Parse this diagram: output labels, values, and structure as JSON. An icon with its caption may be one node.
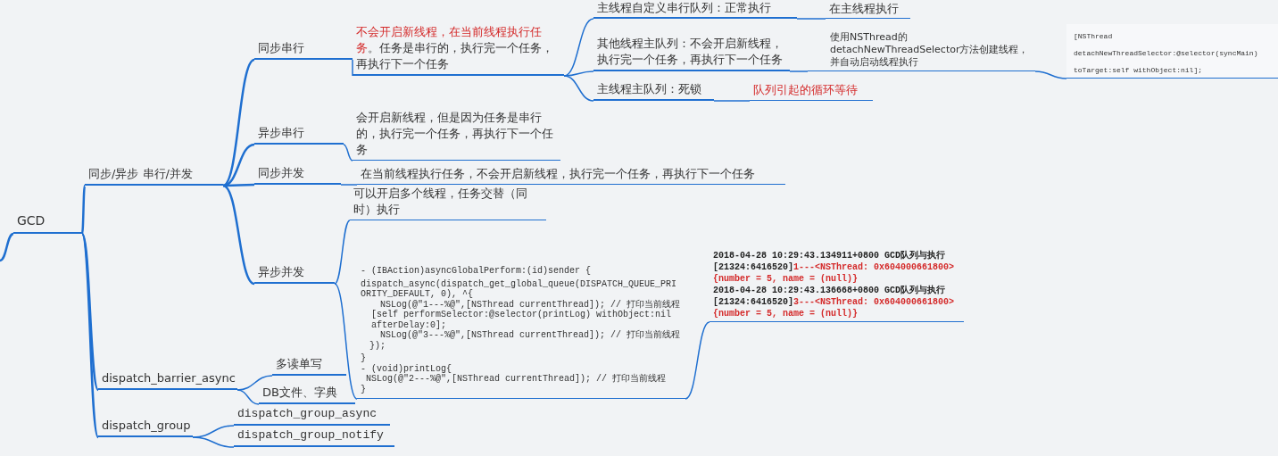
{
  "diagram": {
    "nodes": [
      {
        "text": [
          "GCD"
        ]
      },
      {
        "text": [
          "同步/异步 串行/并发"
        ]
      },
      {
        "text": [
          "同步串行"
        ]
      },
      {
        "text": [
          "不会开启新线程，在当前线程执行任务",
          "。任务是串行的，执行完一个任务，再执行下一个任务"
        ]
      },
      {
        "text": [
          "主线程自定义串行队列：正常执行"
        ]
      },
      {
        "text": [
          "在主线程执行"
        ]
      },
      {
        "text": [
          "其他线程主队列：不会开启新线程，执行完一个任务，再执行下一个任务"
        ]
      },
      {
        "text": [
          "使用NSThread的detachNewThreadSelector方法创建线程，并自动启动线程执行"
        ]
      },
      {
        "text": [
          "[NSThread detachNewThreadSelector:@selector(syncMain) toTarget:self withObject:nil];"
        ]
      },
      {
        "text": [
          "主线程主队列：死锁"
        ]
      },
      {
        "text": [
          "队列引起的循环等待"
        ]
      },
      {
        "text": [
          "异步串行"
        ]
      },
      {
        "text": [
          "会开启新线程，但是因为任务是串行的，执行完一个任务，再执行下一个任务"
        ]
      },
      {
        "text": [
          "同步并发"
        ]
      },
      {
        "text": [
          "在当前线程执行任务，不会开启新线程，执行完一个任务，再执行下一个任务"
        ]
      },
      {
        "text": [
          "异步并发"
        ]
      },
      {
        "text": [
          "可以开启多个线程，任务交替（同时）执行"
        ]
      },
      {
        "text": [
          "- (IBAction)asyncGlobalPerform:(id)sender {",
          "dispatch_async(dispatch_get_global_queue(DISPATCH_QUEUE_PRIORITY_DEFAULT, 0), ^{",
          "NSLog(@\"1---%@\",[NSThread currentThread]);      // 打印当前线程",
          "[self performSelector:@selector(printLog) withObject:nil afterDelay:0];",
          "NSLog(@\"3---%@\",[NSThread currentThread]);      // 打印当前线程",
          "});",
          "}",
          "- (void)printLog{",
          "NSLog(@\"2---%@\",[NSThread currentThread]);      // 打印当前线程",
          "}"
        ]
      },
      {
        "text": [
          "2018-04-28 10:29:43.134911+0800 GCD队列与执行 [21324:6416520]",
          "1---<NSThread: 0x604000661800>{number = 5, name = (null)}",
          "2018-04-28 10:29:43.136668+0800 GCD队列与执行 [21324:6416520]",
          "3---<NSThread: 0x604000661800>{number = 5, name = (null)}"
        ]
      },
      {
        "text": [
          "dispatch_barrier_async"
        ]
      },
      {
        "text": [
          "多读单写"
        ]
      },
      {
        "text": [
          "DB文件、字典"
        ]
      },
      {
        "text": [
          "dispatch_group"
        ]
      },
      {
        "text": [
          "dispatch_group_async"
        ]
      },
      {
        "text": [
          "dispatch_group_notify"
        ]
      }
    ],
    "edges": [
      {
        "from": null,
        "to": 0,
        "arrow": "none"
      },
      {
        "from": 0,
        "to": 1,
        "arrow": "none"
      },
      {
        "from": 1,
        "to": 2,
        "arrow": "none"
      },
      {
        "from": 2,
        "to": 3,
        "arrow": "none"
      },
      {
        "from": 3,
        "to": 4,
        "arrow": "none"
      },
      {
        "from": 4,
        "to": 5,
        "arrow": "none"
      },
      {
        "from": 3,
        "to": 6,
        "arrow": "none"
      },
      {
        "from": 6,
        "to": 7,
        "arrow": "none"
      },
      {
        "from": 7,
        "to": 8,
        "arrow": "none"
      },
      {
        "from": 3,
        "to": 9,
        "arrow": "none"
      },
      {
        "from": 9,
        "to": 10,
        "arrow": "none"
      },
      {
        "from": 1,
        "to": 11,
        "arrow": "none"
      },
      {
        "from": 11,
        "to": 12,
        "arrow": "none"
      },
      {
        "from": 1,
        "to": 13,
        "arrow": "none"
      },
      {
        "from": 13,
        "to": 14,
        "arrow": "none"
      },
      {
        "from": 1,
        "to": 15,
        "arrow": "none"
      },
      {
        "from": 15,
        "to": 16,
        "arrow": "none"
      },
      {
        "from": 15,
        "to": 17,
        "arrow": "none"
      },
      {
        "from": 17,
        "to": 18,
        "arrow": "none"
      },
      {
        "from": 0,
        "to": 19,
        "arrow": "none"
      },
      {
        "from": 19,
        "to": 20,
        "arrow": "none"
      },
      {
        "from": 19,
        "to": 21,
        "arrow": "none"
      },
      {
        "from": 0,
        "to": 22,
        "arrow": "none"
      },
      {
        "from": 22,
        "to": 23,
        "arrow": "none"
      },
      {
        "from": 22,
        "to": 24,
        "arrow": "none"
      }
    ]
  }
}
